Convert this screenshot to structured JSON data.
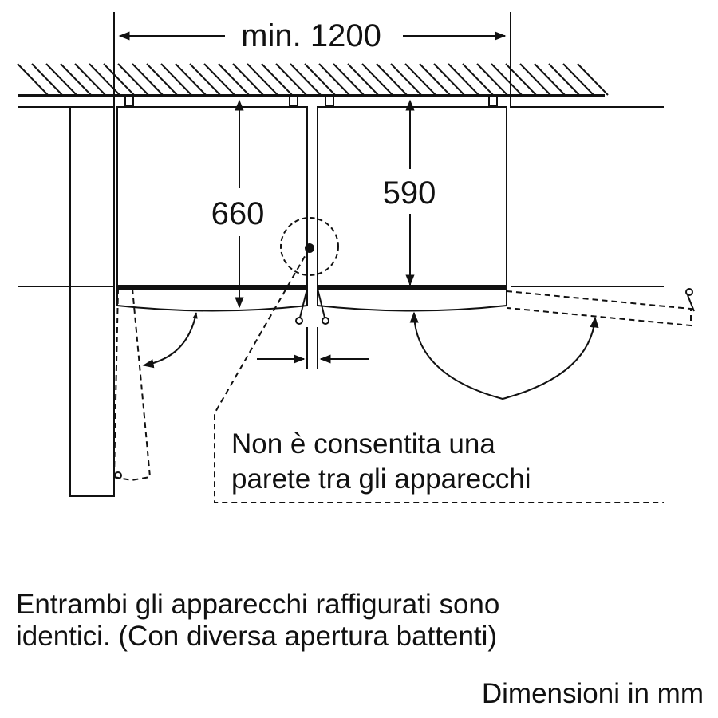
{
  "dimensions": {
    "width_label": "min. 1200",
    "height_left": "660",
    "height_right": "590"
  },
  "notes": {
    "no_wall": [
      "Non è consentita una",
      "parete tra gli apparecchi"
    ]
  },
  "caption": {
    "lines": [
      "Entrambi gli apparecchi raffigurati sono",
      "identici. (Con diversa apertura battenti)"
    ],
    "unit": "Dimensioni in mm"
  },
  "colors": {
    "ink": "#111111"
  }
}
